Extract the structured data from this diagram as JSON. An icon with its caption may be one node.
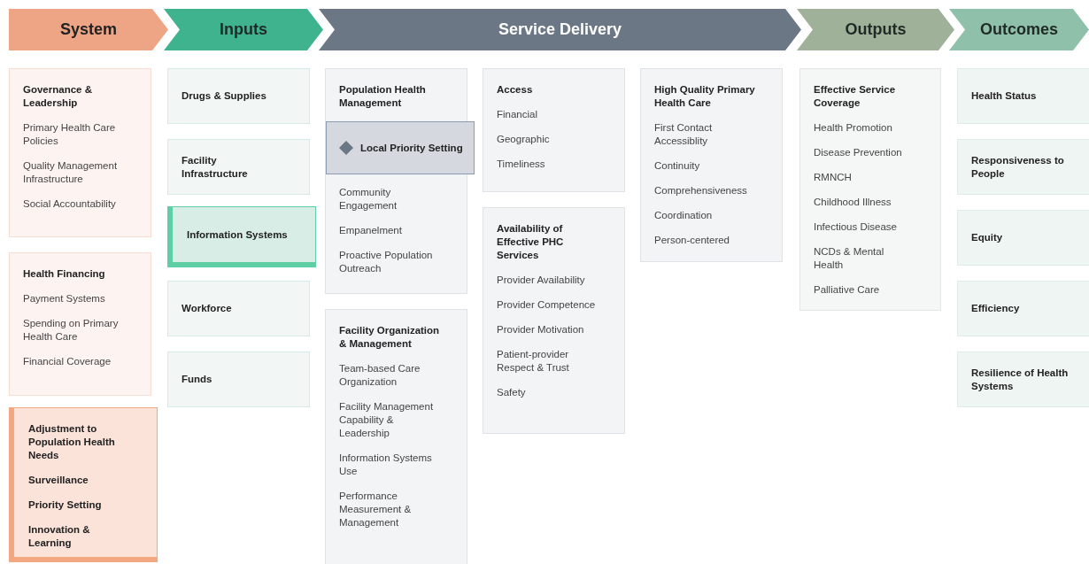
{
  "diagram": {
    "nodes": [
      {
        "text": [
          "System"
        ]
      },
      {
        "text": [
          "Inputs"
        ]
      },
      {
        "text": [
          "Service Delivery"
        ]
      },
      {
        "text": [
          "Outputs"
        ]
      },
      {
        "text": [
          "Outcomes"
        ]
      },
      {
        "text": [
          "Governance & Leadership",
          "Primary Health Care Policies",
          "Quality Management Infrastructure",
          "Social Accountability"
        ]
      },
      {
        "text": [
          "Health Financing",
          "Payment Systems",
          "Spending on Primary Health Care",
          "Financial Coverage"
        ]
      },
      {
        "text": [
          "Adjustment to Population Health Needs",
          "Surveillance",
          "Priority Setting",
          "Innovation & Learning"
        ]
      },
      {
        "text": [
          "Drugs & Supplies"
        ]
      },
      {
        "text": [
          "Facility Infrastructure"
        ]
      },
      {
        "text": [
          "Information Systems"
        ]
      },
      {
        "text": [
          "Workforce"
        ]
      },
      {
        "text": [
          "Funds"
        ]
      },
      {
        "text": [
          "Population Health Management",
          "Community Engagement",
          "Empanelment",
          "Proactive Population Outreach"
        ]
      },
      {
        "text": [
          "Local Priority Setting"
        ],
        "in": 13
      },
      {
        "text": [
          "Facility Organization & Management",
          "Team-based Care Organization",
          "Facility Management Capability & Leadership",
          "Information Systems Use",
          "Performance Measurement & Management"
        ]
      },
      {
        "text": [
          "Access",
          "Financial",
          "Geographic",
          "Timeliness"
        ]
      },
      {
        "text": [
          "Availability of Effective PHC Services",
          "Provider Availability",
          "Provider Competence",
          "Provider Motivation",
          "Patient-provider Respect & Trust",
          "Safety"
        ]
      },
      {
        "text": [
          "High Quality Primary Health Care",
          "First Contact Accessiblity",
          "Continuity",
          "Comprehensiveness",
          "Coordination",
          "Person-centered"
        ]
      },
      {
        "text": [
          "Effective Service Coverage",
          "Health Promotion",
          "Disease Prevention",
          "RMNCH",
          "Childhood Illness",
          "Infectious Disease",
          "NCDs & Mental Health",
          "Palliative Care"
        ]
      },
      {
        "text": [
          "Health Status"
        ]
      },
      {
        "text": [
          "Responsiveness to People"
        ]
      },
      {
        "text": [
          "Equity"
        ]
      },
      {
        "text": [
          "Efficiency"
        ]
      },
      {
        "text": [
          "Resilience of Health Systems"
        ]
      }
    ]
  }
}
